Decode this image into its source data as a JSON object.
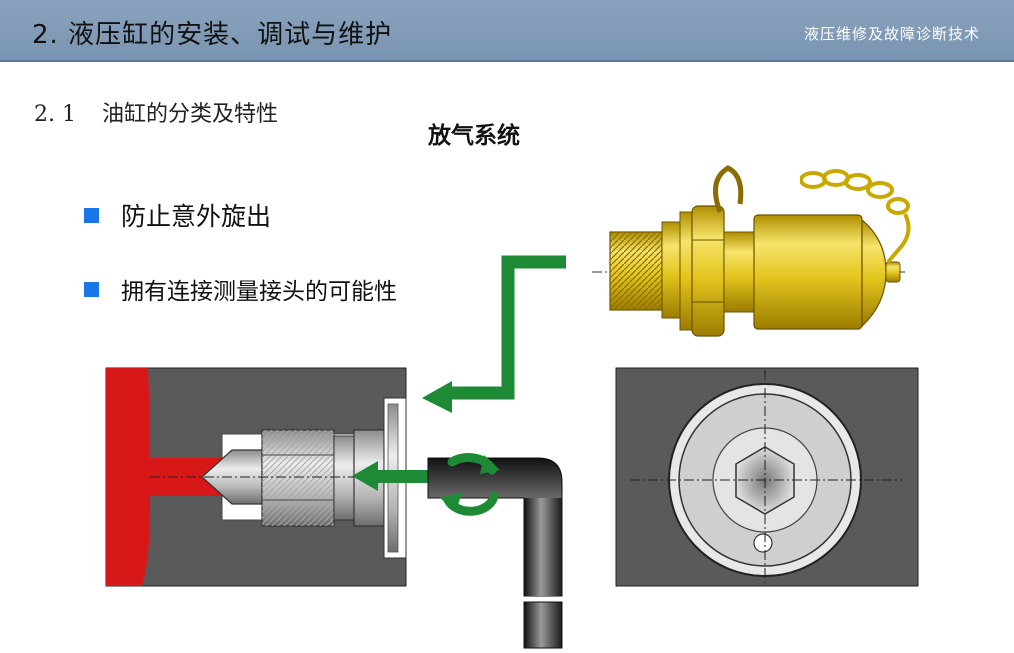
{
  "header": {
    "title": "2. 液压缸的安装、调试与维护",
    "subtitle": "液压维修及故障诊断技术",
    "colors": {
      "bar": "#8aa3bd",
      "subtitle_text": "#ffffff"
    }
  },
  "section": {
    "number": "2. 1",
    "title": "油缸的分类及特性"
  },
  "diagram": {
    "title": "放气系统"
  },
  "bullets": [
    {
      "text": "防止意外旋出",
      "marker_color": "#1976e8"
    },
    {
      "text": "拥有连接测量接头的可能性",
      "marker_color": "#1976e8"
    }
  ],
  "illustrations": {
    "colors": {
      "arrow": "#1f8a35",
      "brass": "#e0c21c",
      "red": "#d81818",
      "steel": "#5a5a5a"
    },
    "icons": [
      "bleed-valve-section",
      "brass-fitting-with-chain",
      "hex-socket-top-view",
      "hex-key",
      "insert-arrow",
      "rotate-arrow"
    ]
  }
}
